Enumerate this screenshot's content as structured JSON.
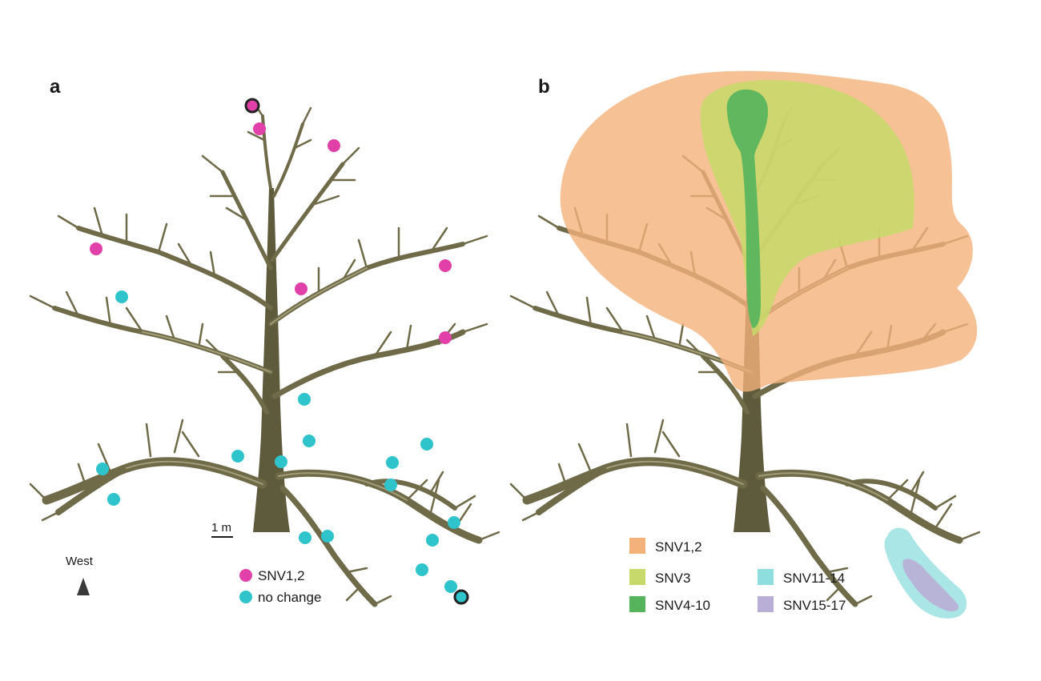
{
  "panels": {
    "a": {
      "label": "a"
    },
    "b": {
      "label": "b"
    }
  },
  "scale_bar": {
    "label": "1 m"
  },
  "orientation": {
    "label": "West"
  },
  "legend_a": [
    {
      "label": "SNV1,2",
      "color": "#e040a8"
    },
    {
      "label": "no change",
      "color": "#2fc4cc"
    }
  ],
  "legend_b": [
    {
      "label": "SNV1,2",
      "color": "#f2b27a"
    },
    {
      "label": "SNV3",
      "color": "#c7d96a"
    },
    {
      "label": "SNV4-10",
      "color": "#55b45c"
    },
    {
      "label": "SNV11-14",
      "color": "#8fdede"
    },
    {
      "label": "SNV15-17",
      "color": "#b9aed6"
    }
  ],
  "markers": {
    "snv_color": "#e040a8",
    "nochange_color": "#2fc4cc",
    "ring_color": "#222222"
  }
}
